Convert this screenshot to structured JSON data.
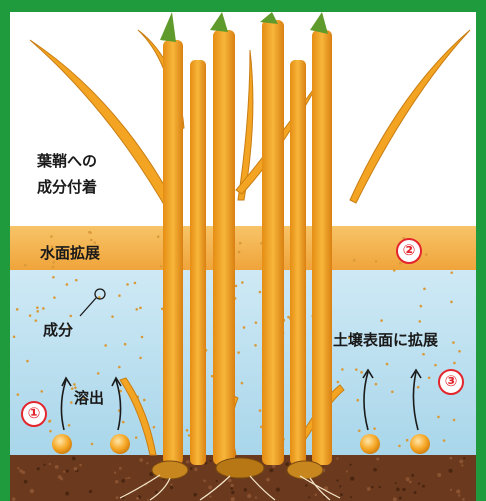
{
  "labels": {
    "sheath_line1": "葉鞘への",
    "sheath_line2": "成分付着",
    "water_surface": "水面拡展",
    "component": "成分",
    "dissolve": "溶出",
    "soil_surface": "土壌表面に拡展"
  },
  "badges": {
    "b1": "①",
    "b2": "②",
    "b3": "③"
  },
  "colors": {
    "frame": "#1f9a3c",
    "water": "#b9dfee",
    "water_surface_band": "#f4b043",
    "soil": "#6b3a1e",
    "stem": "#f2a422",
    "stem_dark": "#d2861a",
    "granule": "#f5a623",
    "badge_red": "#e3262d"
  }
}
